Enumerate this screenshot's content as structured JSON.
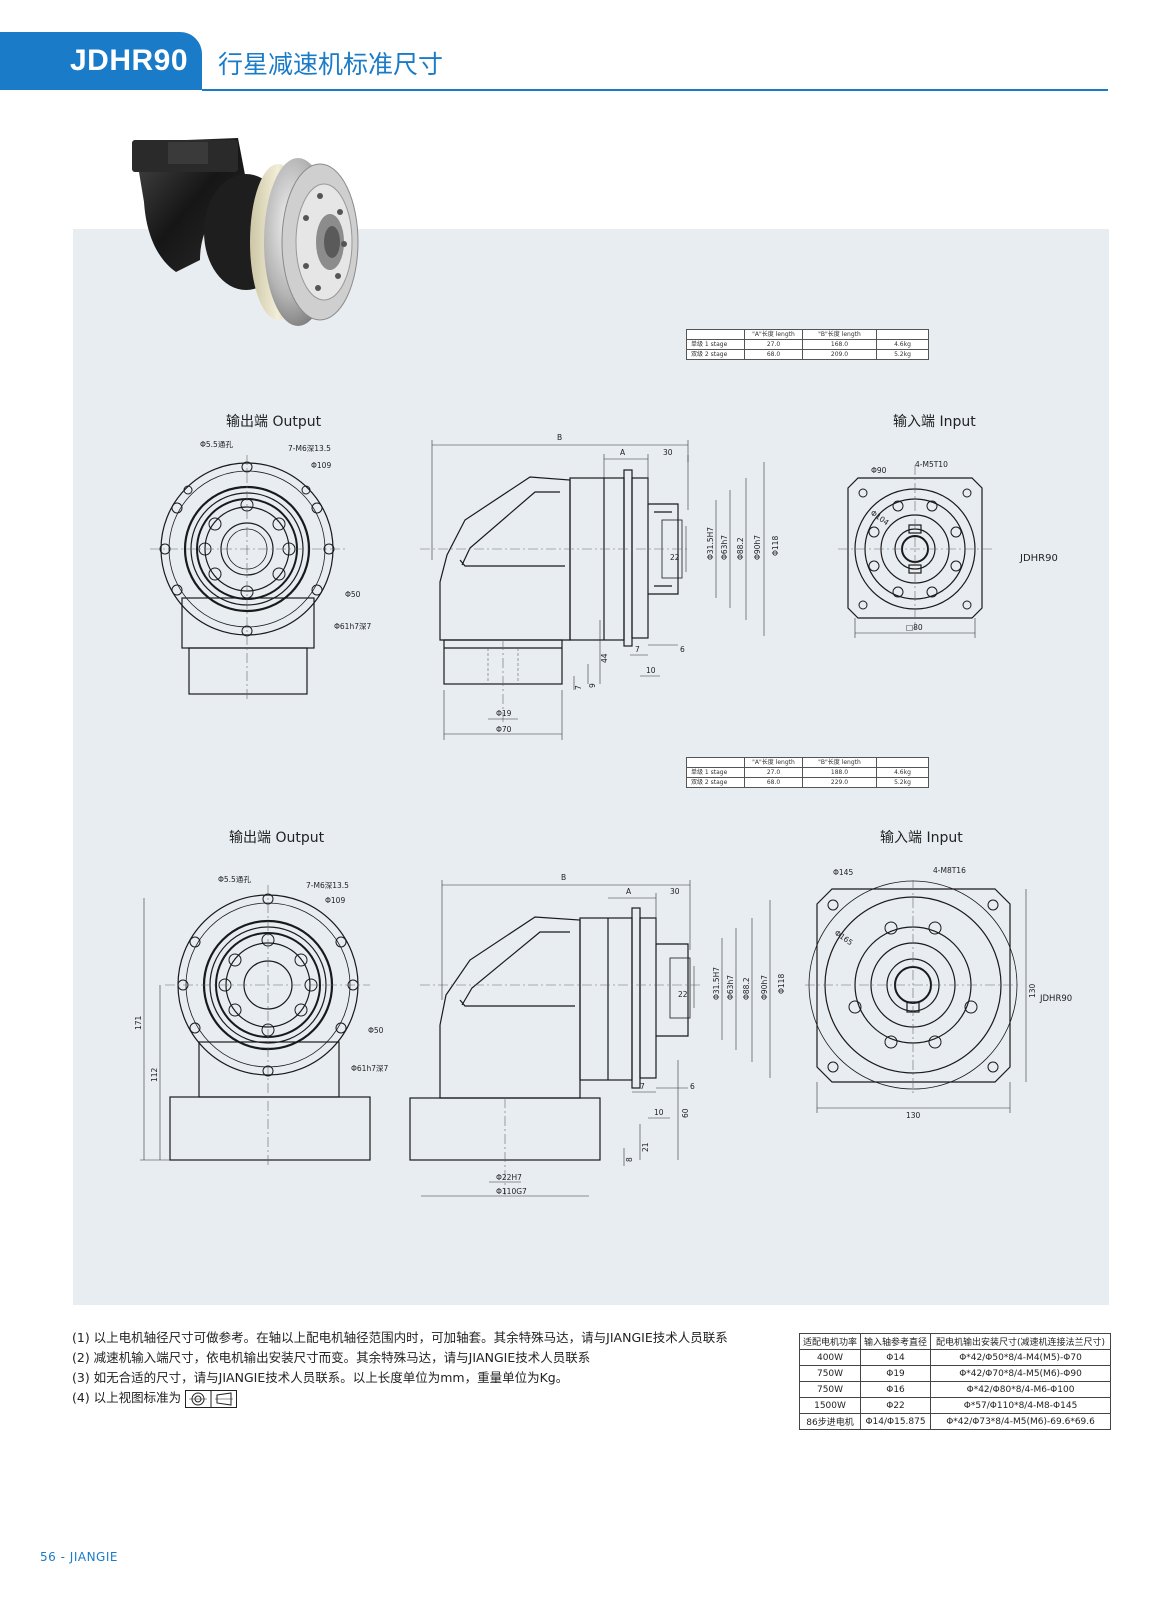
{
  "header": {
    "model": "JDHR90",
    "title": "行星减速机标准尺寸"
  },
  "spec_tables": [
    {
      "headers": [
        "",
        "\"A\"长度 length",
        "\"B\"长度 length",
        ""
      ],
      "rows": [
        [
          "单级 1 stage",
          "27.0",
          "168.0",
          "4.6kg"
        ],
        [
          "双级 2 stage",
          "68.0",
          "209.0",
          "5.2kg"
        ]
      ]
    },
    {
      "headers": [
        "",
        "\"A\"长度 length",
        "\"B\"长度 length",
        ""
      ],
      "rows": [
        [
          "单级 1 stage",
          "27.0",
          "188.0",
          "4.6kg"
        ],
        [
          "双级 2 stage",
          "68.0",
          "229.0",
          "5.2kg"
        ]
      ]
    }
  ],
  "view_labels": {
    "output_1": "输出端 Output",
    "input_1": "输入端 Input",
    "output_2": "输出端 Output",
    "input_2": "输入端 Input"
  },
  "drawing1": {
    "model_tag": "JDHR90",
    "out_hole": "Φ5.5通孔",
    "out_tap": "7-M6深13.5",
    "out_pcd": "Φ109",
    "out_d50": "Φ50",
    "out_d61": "Φ61h7深7",
    "side_b": "B",
    "side_a": "A",
    "side_30": "30",
    "side_d315": "Φ31.5H7",
    "side_d63": "Φ63h7",
    "side_d882": "Φ88.2",
    "side_d90": "Φ90h7",
    "side_d118": "Φ118",
    "side_22": "22",
    "side_7": "7",
    "side_6": "6",
    "side_10": "10",
    "side_44": "44",
    "side_9": "9",
    "side_7b": "7",
    "side_d19": "Φ19",
    "side_d70": "Φ70",
    "in_d90": "Φ90",
    "in_tap": "4-M5T10",
    "in_d104": "Φ104",
    "in_sq80": "□80"
  },
  "drawing2": {
    "model_tag": "JDHR90",
    "out_hole": "Φ5.5通孔",
    "out_tap": "7-M6深13.5",
    "out_pcd": "Φ109",
    "out_d50": "Φ50",
    "out_d61": "Φ61h7深7",
    "out_171": "171",
    "out_112": "112",
    "side_b": "B",
    "side_a": "A",
    "side_30": "30",
    "side_d315": "Φ31.5H7",
    "side_d63": "Φ63h7",
    "side_d882": "Φ88.2",
    "side_d90": "Φ90h7",
    "side_d118": "Φ118",
    "side_22": "22",
    "side_7": "7",
    "side_6": "6",
    "side_10": "10",
    "side_60": "60",
    "side_21": "21",
    "side_8": "8",
    "side_d22": "Φ22H7",
    "side_d110": "Φ110G7",
    "in_d145": "Φ145",
    "in_tap": "4-M8T16",
    "in_d165": "Φ165",
    "in_130a": "130",
    "in_130b": "130"
  },
  "notes": [
    "(1) 以上电机轴径尺寸可做参考。在轴以上配电机轴径范围内时，可加轴套。其余特殊马达，请与JIANGIE技术人员联系",
    "(2) 减速机输入端尺寸，依电机输出安装尺寸而变。其余特殊马达，请与JIANGIE技术人员联系",
    "(3) 如无合适的尺寸，请与JIANGIE技术人员联系。以上长度单位为mm，重量单位为Kg。",
    "(4) 以上视图标准为"
  ],
  "motor_table": {
    "headers": [
      "适配电机功率",
      "输入轴参考直径",
      "配电机输出安装尺寸(减速机连接法兰尺寸)"
    ],
    "rows": [
      [
        "400W",
        "Φ14",
        "Φ*42/Φ50*8/4-M4(M5)-Φ70"
      ],
      [
        "750W",
        "Φ19",
        "Φ*42/Φ70*8/4-M5(M6)-Φ90"
      ],
      [
        "750W",
        "Φ16",
        "Φ*42/Φ80*8/4-M6-Φ100"
      ],
      [
        "1500W",
        "Φ22",
        "Φ*57/Φ110*8/4-M8-Φ145"
      ],
      [
        "86步进电机",
        "Φ14/Φ15.875",
        "Φ*42/Φ73*8/4-M5(M6)-69.6*69.6"
      ]
    ]
  },
  "footer": {
    "page": "56",
    "sep": "-",
    "brand": "JIANGIE"
  },
  "colors": {
    "accent": "#1a7cc9",
    "panel": "#e8edf2"
  }
}
